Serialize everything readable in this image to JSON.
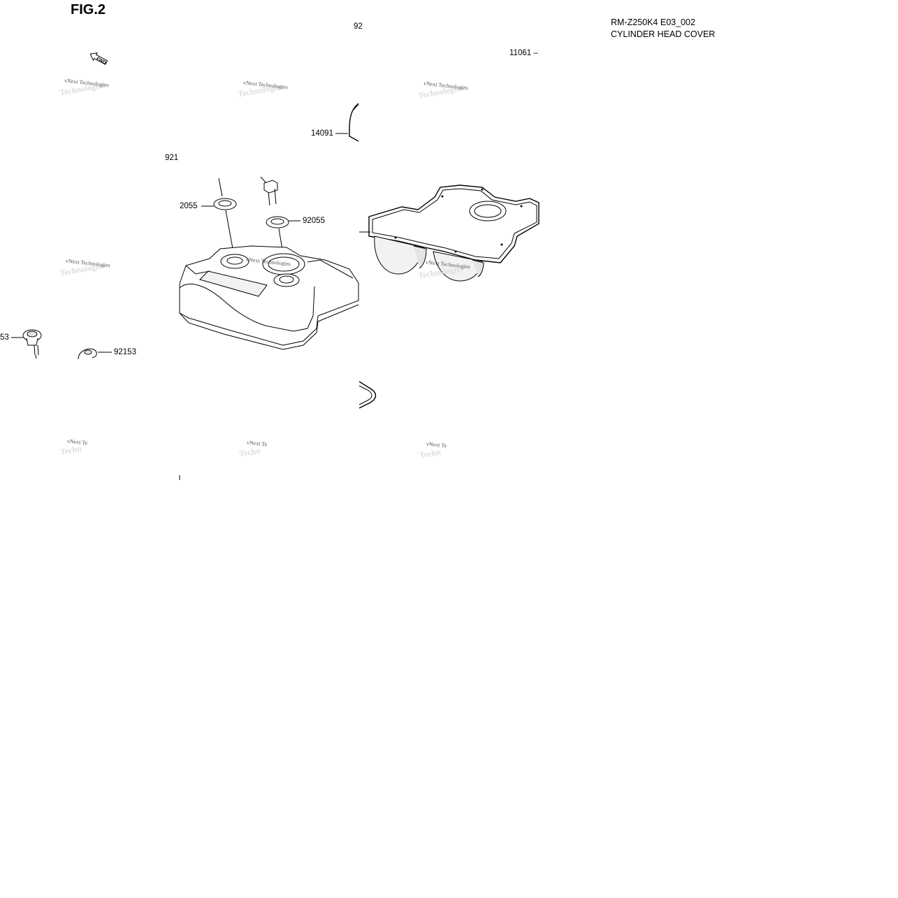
{
  "header": {
    "fig_label": "FIG.2",
    "model_code": "RM-Z250K4 E03_002",
    "section_title": "CYLINDER HEAD COVER"
  },
  "fwd_label": "FWD",
  "part_labels": {
    "p_92_top": "92",
    "p_11061": "11061 –",
    "p_14091": "14091",
    "p_921_left": "921",
    "p_2055": "2055",
    "p_92055": "92055",
    "p_53": "53",
    "p_92153": "92153"
  },
  "watermarks": {
    "line1": "vNext Technologies",
    "line2": "Technologies",
    "partial1": "vNext Te",
    "partial2": "Techn"
  },
  "colors": {
    "line": "#000000",
    "watermark": "#555555",
    "background": "#ffffff"
  }
}
